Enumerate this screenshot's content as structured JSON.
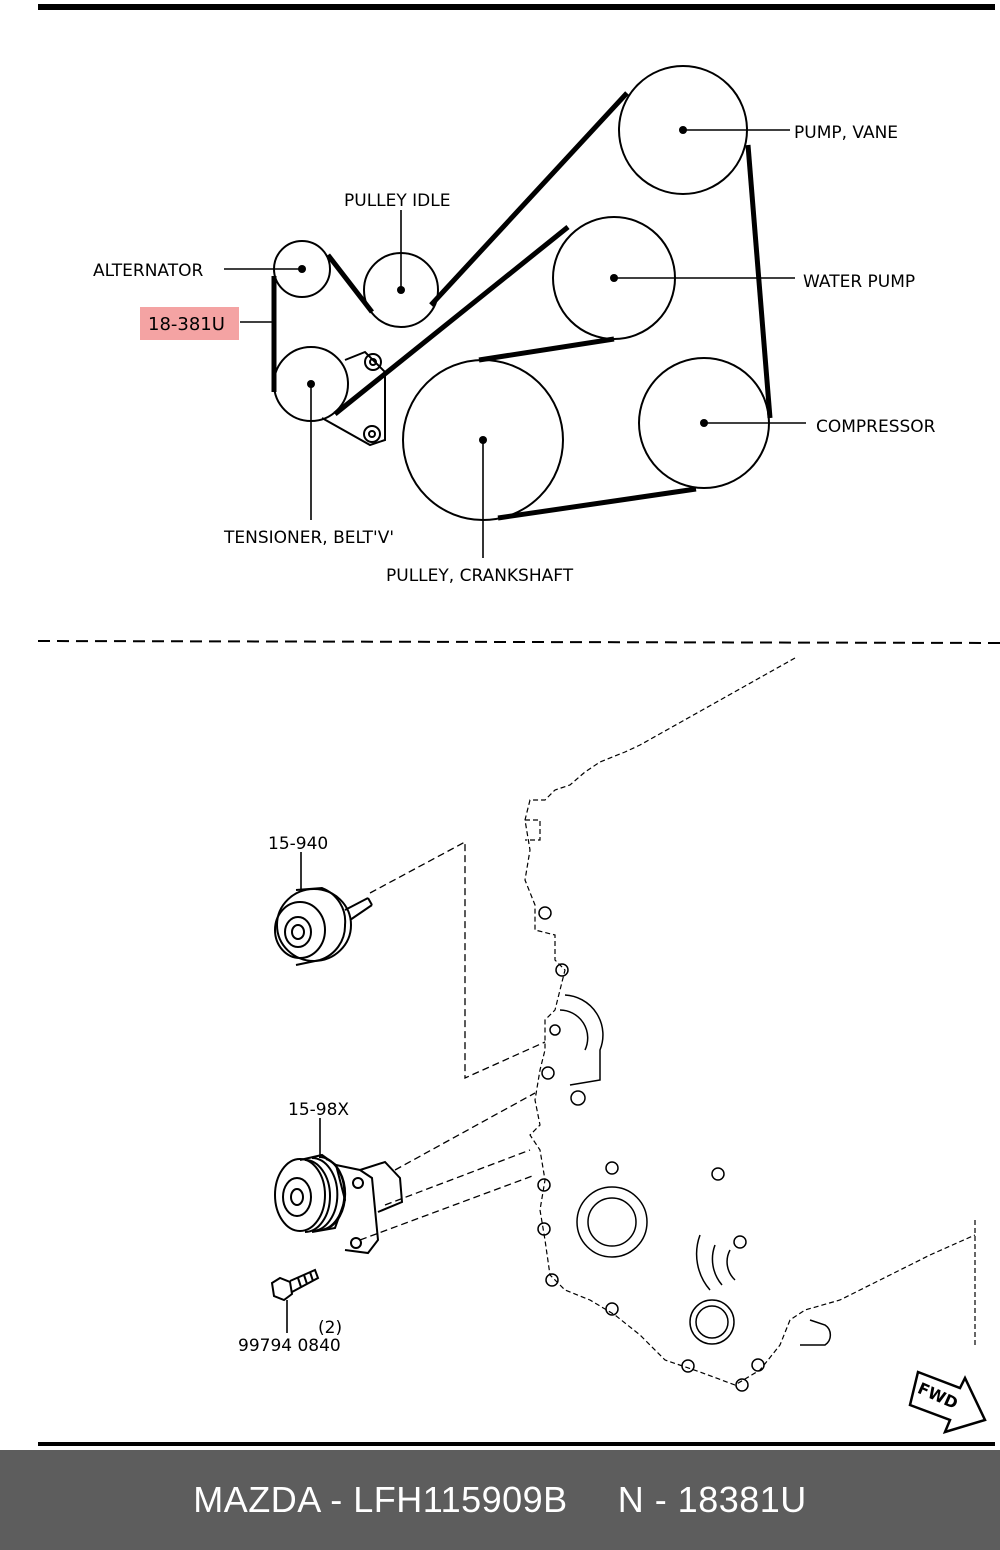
{
  "belt_diagram": {
    "labels": {
      "pump_vane": "PUMP, VANE",
      "pulley_idle": "PULLEY  IDLE",
      "alternator": "ALTERNATOR",
      "water_pump": "WATER PUMP",
      "compressor": "COMPRESSOR",
      "tensioner": "TENSIONER, BELT'V'",
      "crankshaft": "PULLEY, CRANKSHAFT"
    },
    "highlight_part": "18-381U",
    "highlight_color": "#f4a3a3"
  },
  "exploded_view": {
    "part_idler": "15-940",
    "part_tensioner": "15-98X",
    "part_bolt": "99794 0840",
    "bolt_qty": "(2)",
    "fwd_label": "FWD"
  },
  "footer": {
    "brand_part": "MAZDA - LFH115909B",
    "cross_ref": "N - 18381U",
    "background": "#5d5d5d"
  }
}
